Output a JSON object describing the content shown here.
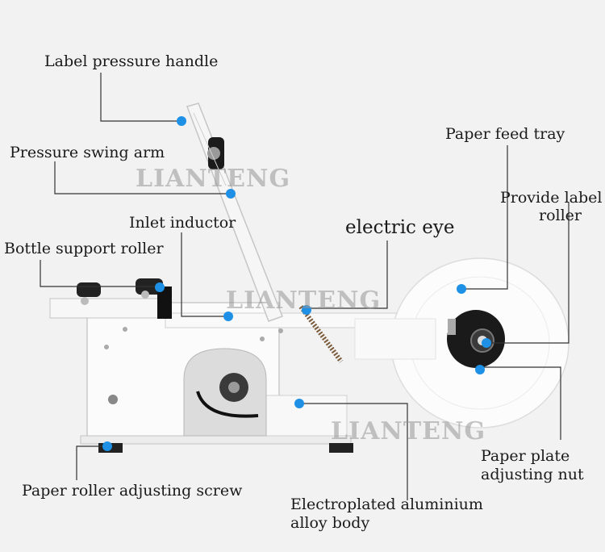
{
  "labels": {
    "label_pressure_handle": "Label pressure handle",
    "pressure_swing_arm": "Pressure swing arm",
    "inlet_inductor": "Inlet inductor",
    "bottle_support_roller": "Bottle support roller",
    "electric_eye": "electric eye",
    "paper_feed_tray": "Paper feed tray",
    "provide_label_roller_1": "Provide label",
    "provide_label_roller_2": "roller",
    "paper_plate_nut_1": "Paper plate",
    "paper_plate_nut_2": "adjusting nut",
    "paper_roller_screw": "Paper roller adjusting screw",
    "alloy_body_1": "Electroplated aluminium",
    "alloy_body_2": "alloy body"
  },
  "watermark": "LIANTENG",
  "colors": {
    "background": "#f2f2f2",
    "marker": "#1e90e6",
    "leader_line": "#333333",
    "machine_body": "#fafafa"
  }
}
